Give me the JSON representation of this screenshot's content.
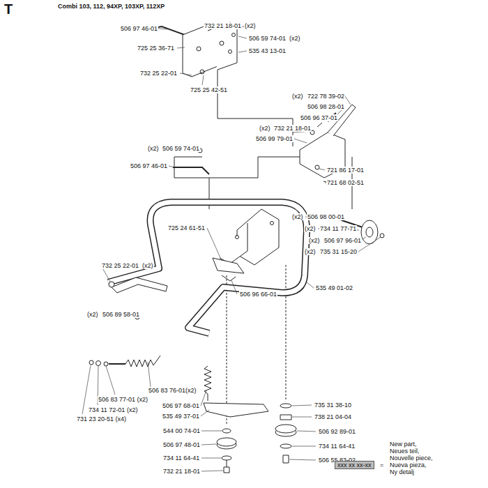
{
  "diagram": {
    "title": "Combi 103, 112, 94XP, 103XP, 112XP",
    "labels": [
      "T",
      "506 97 46-01",
      "732 21 18-01",
      "(x2)",
      "506 59 74-01",
      "(x2)",
      "725 25 36-71",
      "535 43 13-01",
      "732 25 22-01",
      "725 25 42-51",
      "(x2)",
      "722 78 39-02",
      "506 98 28-01",
      "506 96 37-01",
      "(x2)",
      "732 21 18-01",
      "506 99 79-01",
      "(x2)",
      "506 59 74-01",
      "506 97 46-01",
      "721 86 17-01",
      "721 68 02-51",
      "(x2)",
      "506 98 00-01",
      "(x2)",
      "734 11 77-71",
      "(x2)",
      "506 97 96-01",
      "(x2)",
      "735 31 15-20",
      "725 24 61-51",
      "732 25 22-01",
      "(x2)",
      "535 49 01-02",
      "506 96 66-01",
      "(x2)",
      "506 89 58-01",
      "506 83 76-01(x2)",
      "506 83 77-01 (x2)",
      "734 11 72-01 (x2)",
      "731 23 20-51 (x4)",
      "506 97 68-01",
      "535 49 37-01",
      "544 00 74-01",
      "506 97 48-01",
      "734 11 64-41",
      "732 21 18-01",
      "735 31 38-10",
      "738 21 04-04",
      "506 92 89-01",
      "734 11 64-41",
      "506 55 83-02",
      "New part,",
      "Neues teil,",
      "Nouvelle piece,",
      "Nueva pieza,",
      "Ny detalj",
      "xxx xx xx-xx",
      "="
    ]
  }
}
